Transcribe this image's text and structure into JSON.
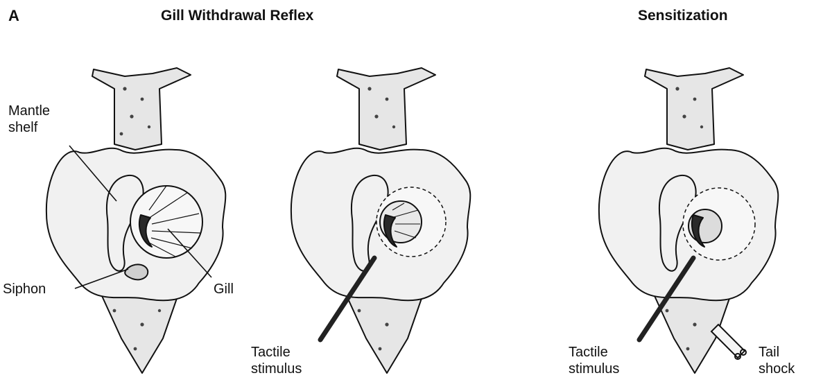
{
  "panel_letter": "A",
  "titles": {
    "left": "Gill Withdrawal Reflex",
    "right": "Sensitization"
  },
  "labels": {
    "mantle_shelf": "Mantle\nshelf",
    "siphon": "Siphon",
    "gill": "Gill",
    "tactile_stimulus_middle": "Tactile\nstimulus",
    "tactile_stimulus_right": "Tactile\nstimulus",
    "tail_shock": "Tail\nshock"
  },
  "colors": {
    "ink": "#111111",
    "body_fill": "#e6e6e6",
    "mantle_fill": "#f1f1f1",
    "spot": "#444444"
  }
}
